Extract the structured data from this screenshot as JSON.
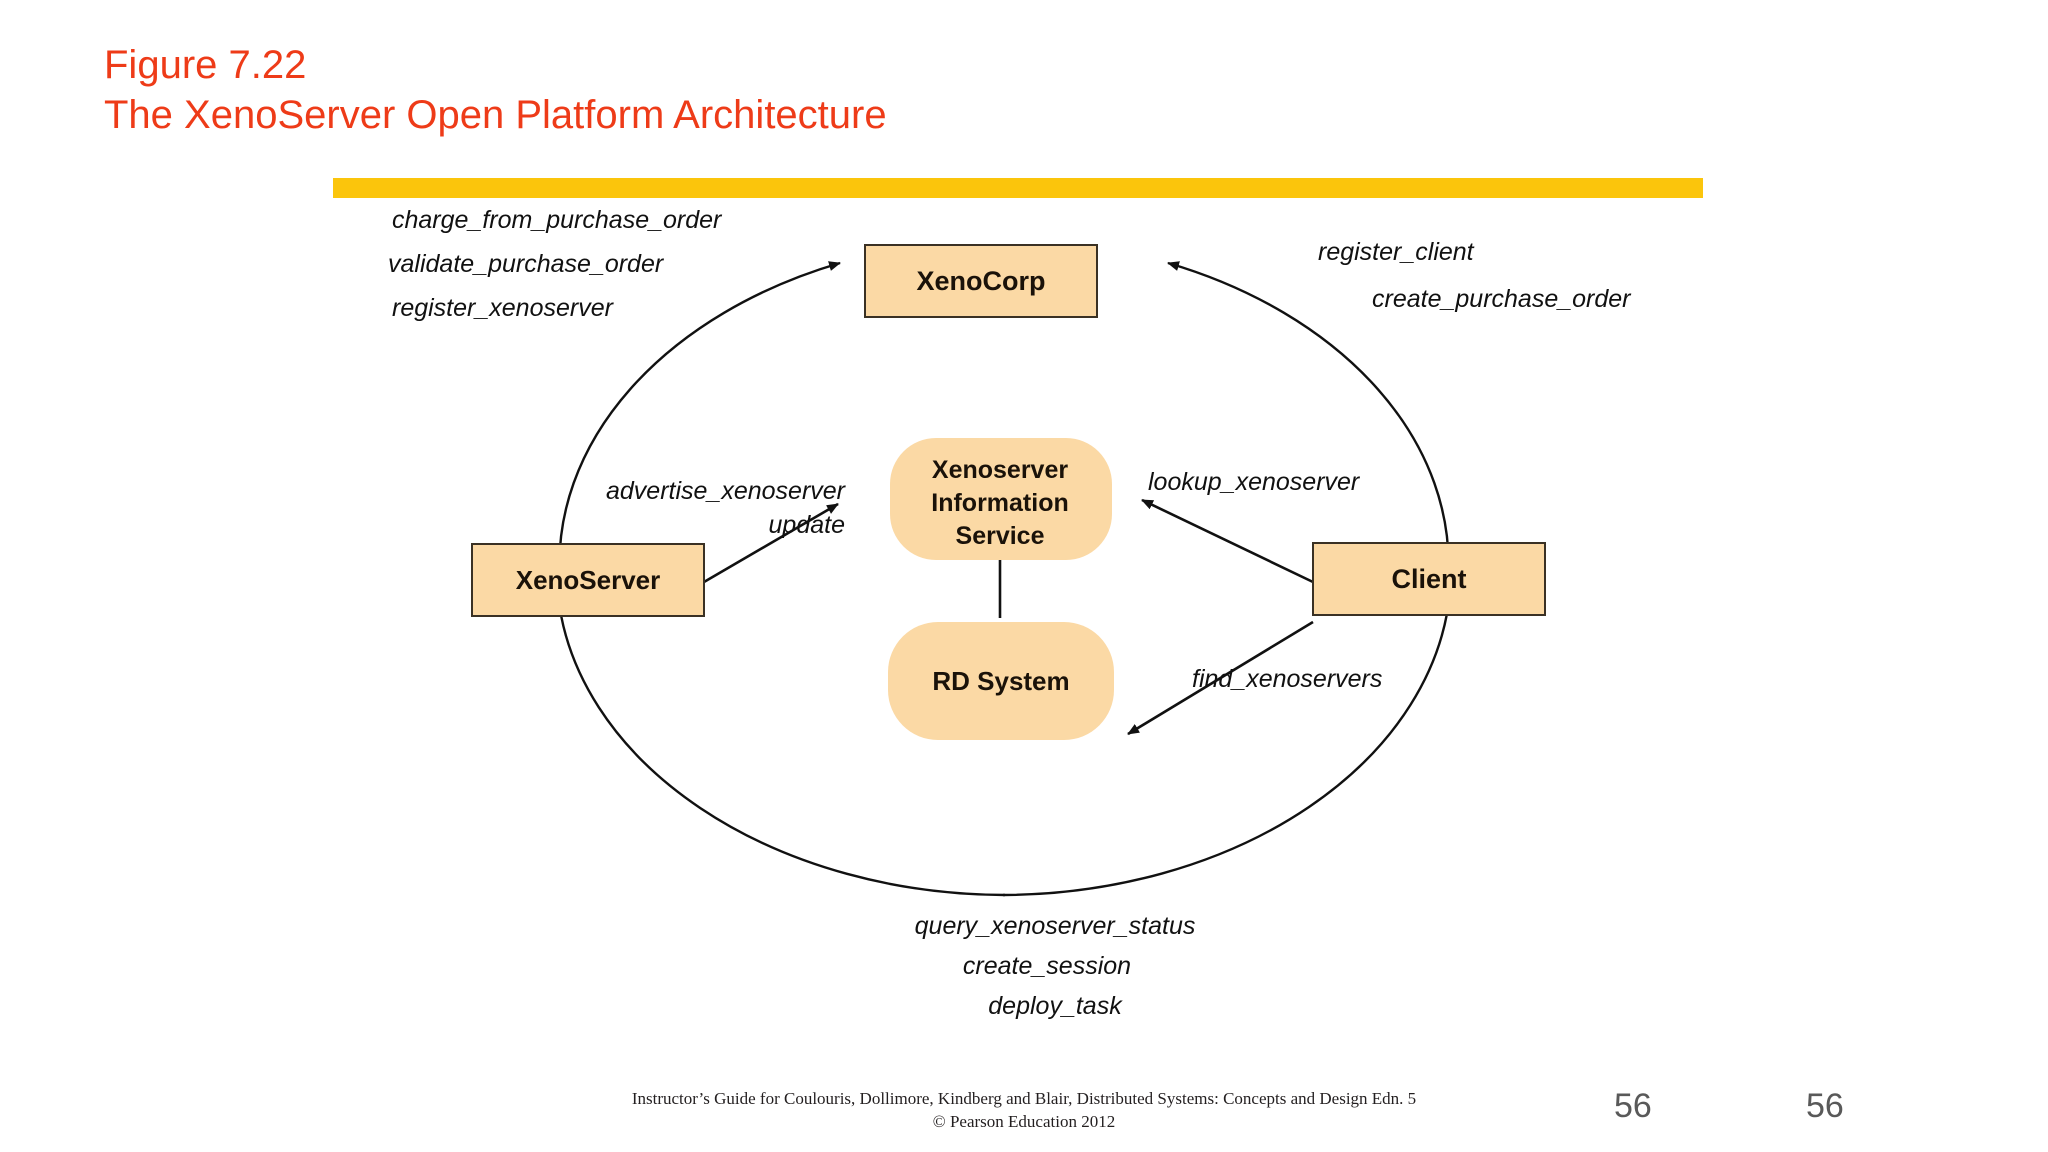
{
  "slide": {
    "title": {
      "figure_number": "Figure 7.22",
      "figure_caption": "The XenoServer Open Platform Architecture",
      "color": "#ee3b18"
    },
    "accent_bar_color": "#fbc50c",
    "page_number_left": "56",
    "page_number_right": "56",
    "footer": {
      "line1": "Instructor’s Guide for  Coulouris, Dollimore, Kindberg and Blair,  Distributed Systems: Concepts and Design   Edn. 5",
      "line2": "©  Pearson Education 2012"
    }
  },
  "diagram": {
    "node_fill": "#fbd9a5",
    "node_stroke": "#3a3124",
    "line_color": "#1a1a1a",
    "nodes": {
      "xenocorp": {
        "label": "XenoCorp"
      },
      "xenoserver": {
        "label": "XenoServer"
      },
      "client": {
        "label": "Client"
      },
      "xis": {
        "line1": "Xenoserver",
        "line2": "Information",
        "line3": "Service"
      },
      "rd_system": {
        "label": "RD System"
      }
    },
    "labels": {
      "left_top": [
        "charge_from_purchase_order",
        "validate_purchase_order",
        "register_xenoserver"
      ],
      "right_top": [
        "register_client",
        "create_purchase_order"
      ],
      "advertise": [
        "advertise_xenoserver",
        "update"
      ],
      "lookup": "lookup_xenoserver",
      "find": "find_xenoservers",
      "bottom": [
        "query_xenoserver_status",
        "create_session",
        "deploy_task"
      ]
    }
  }
}
